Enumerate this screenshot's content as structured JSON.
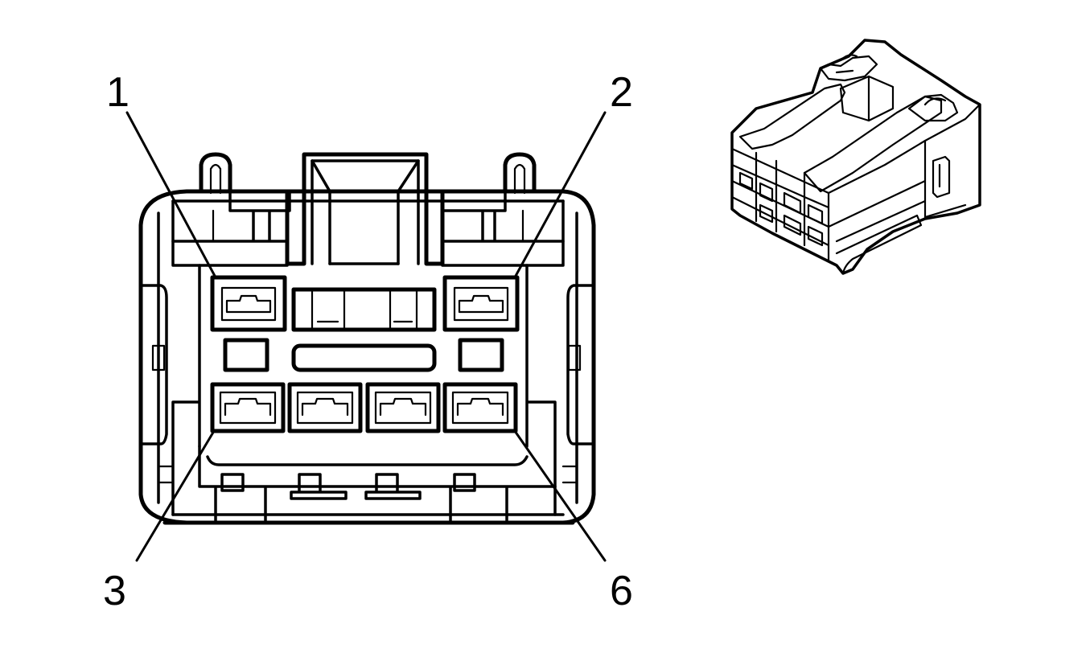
{
  "pin_labels": {
    "pin_1": "1",
    "pin_2": "2",
    "pin_3": "3",
    "pin_6": "6"
  },
  "colors": {
    "line": "#000000",
    "background": "#ffffff"
  }
}
